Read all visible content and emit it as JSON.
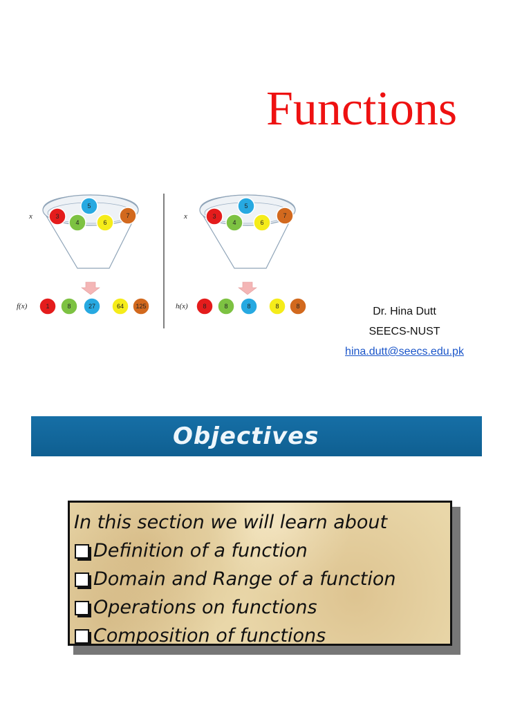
{
  "title": "Functions",
  "diagram": {
    "left": {
      "input_label": "x",
      "output_label": "f(x)",
      "inputs": [
        {
          "value": "3",
          "color": "#e41c1c"
        },
        {
          "value": "4",
          "color": "#7dc242"
        },
        {
          "value": "5",
          "color": "#27a9e1"
        },
        {
          "value": "6",
          "color": "#f5ec1a"
        },
        {
          "value": "7",
          "color": "#d2691e"
        }
      ],
      "outputs": [
        {
          "value": "1",
          "color": "#e41c1c"
        },
        {
          "value": "8",
          "color": "#7dc242"
        },
        {
          "value": "27",
          "color": "#27a9e1"
        },
        {
          "value": "64",
          "color": "#f5ec1a"
        },
        {
          "value": "125",
          "color": "#d2691e"
        }
      ]
    },
    "right": {
      "input_label": "x",
      "output_label": "h(x)",
      "inputs": [
        {
          "value": "3",
          "color": "#e41c1c"
        },
        {
          "value": "4",
          "color": "#7dc242"
        },
        {
          "value": "5",
          "color": "#27a9e1"
        },
        {
          "value": "6",
          "color": "#f5ec1a"
        },
        {
          "value": "7",
          "color": "#d2691e"
        }
      ],
      "outputs": [
        {
          "value": "8",
          "color": "#e41c1c"
        },
        {
          "value": "8",
          "color": "#7dc242"
        },
        {
          "value": "8",
          "color": "#27a9e1"
        },
        {
          "value": "8",
          "color": "#f5ec1a"
        },
        {
          "value": "8",
          "color": "#d2691e"
        }
      ]
    }
  },
  "author": {
    "name": "Dr. Hina Dutt",
    "affiliation": "SEECS-NUST",
    "email": "hina.dutt@seecs.edu.pk"
  },
  "objectives": {
    "heading": "Objectives",
    "intro": "In this section we will learn about",
    "items": [
      "Definition of a function",
      "Domain and Range of a function",
      "Operations on functions",
      "Composition of functions"
    ]
  },
  "colors": {
    "title": "#ee1111",
    "banner": "#166fa6",
    "link": "#1a55c9"
  }
}
